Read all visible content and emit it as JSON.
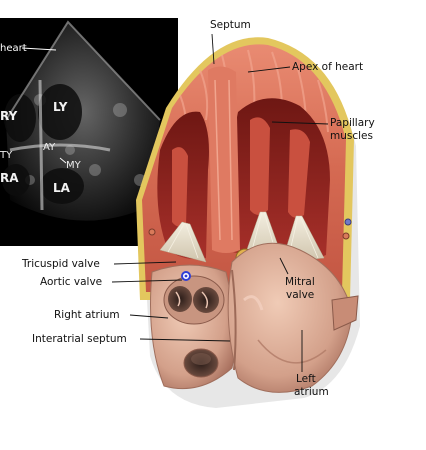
{
  "echo_labels": {
    "heart": "heart",
    "ry": "RY",
    "ly": "LY",
    "ty": "TY",
    "ay": "AY",
    "my": "MY",
    "ra": "RA",
    "la": "LA"
  },
  "labels": {
    "septum": "Septum",
    "apex": "Apex of heart",
    "papillary_1": "Papillary",
    "papillary_2": "muscles",
    "tricuspid": "Tricuspid valve",
    "aortic": "Aortic valve",
    "right_atrium": "Right atrium",
    "interatrial": "Interatrial septum",
    "mitral_1": "Mitral",
    "mitral_2": "valve",
    "left_atrium_1": "Left",
    "left_atrium_2": "atrium"
  },
  "colors": {
    "myocardium": "#d96a55",
    "chamber": "#8f1f1a",
    "atrium": "#d7a690",
    "fat": "#e8d36a",
    "marker": "#2f3fd6"
  }
}
